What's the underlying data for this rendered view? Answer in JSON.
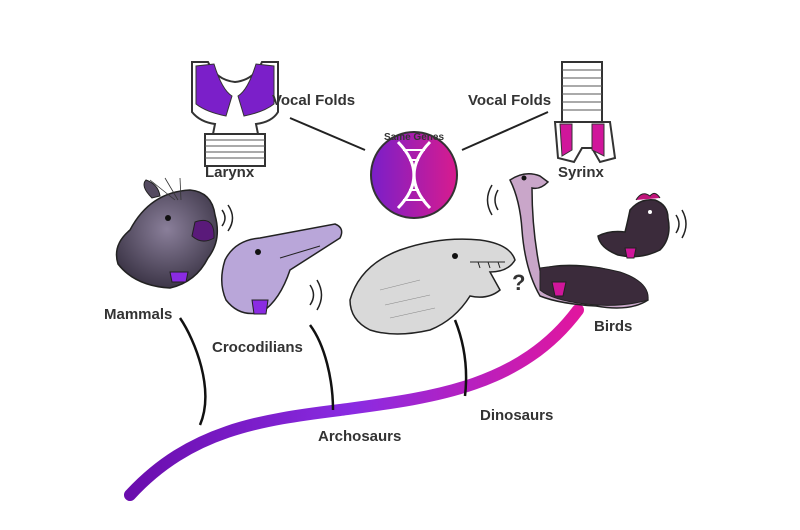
{
  "labels": {
    "larynx": "Larynx",
    "vocal_folds_left": "Vocal Folds",
    "vocal_folds_right": "Vocal Folds",
    "syrinx": "Syrinx",
    "same_genes": "Same Genes",
    "mammals": "Mammals",
    "crocodilians": "Crocodilians",
    "birds": "Birds",
    "dinosaurs": "Dinosaurs",
    "archosaurs": "Archosaurs",
    "question_mark": "?"
  },
  "colors": {
    "purple_dark": "#6a0dad",
    "purple": "#8a2be2",
    "magenta": "#d0169b",
    "pink": "#e23aa5",
    "ink": "#333333"
  },
  "icons": [
    "larynx-diagram",
    "syrinx-diagram",
    "dna-icon",
    "rat-head-illustration",
    "crocodile-head-illustration",
    "trex-head-illustration",
    "ostrich-illustration",
    "rooster-illustration",
    "sound-wave-icon"
  ]
}
